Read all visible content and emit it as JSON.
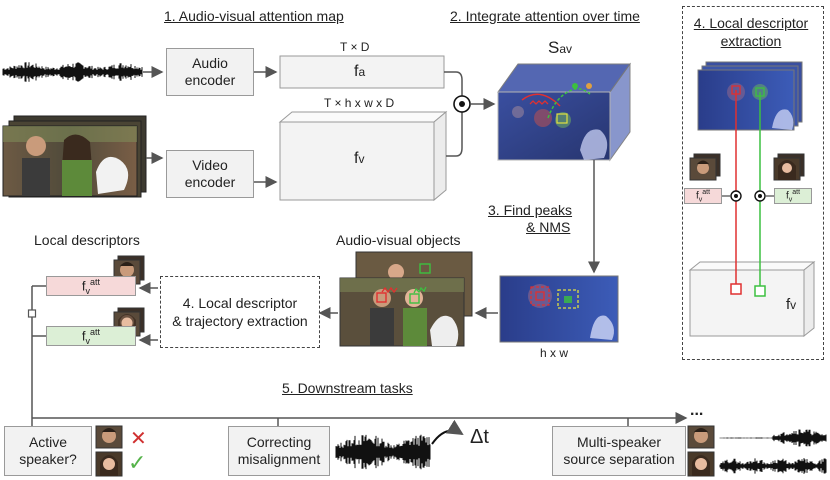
{
  "headings": {
    "step1": "1. Audio-visual attention map",
    "step2": "2. Integrate attention over time",
    "step3_line1": "3. Find peaks",
    "step3_line2": "& NMS",
    "step4_right_line1": "4. Local descriptor",
    "step4_right_line2": "extraction",
    "step5": "5. Downstream tasks"
  },
  "encoders": {
    "audio_line1": "Audio",
    "audio_line2": "encoder",
    "video_line1": "Video",
    "video_line2": "encoder"
  },
  "features": {
    "fa_dims": "T × D",
    "fa_label": "f",
    "fa_sub": "a",
    "fv_dims": "T × h x w x D",
    "fv_label": "f",
    "fv_sub": "v"
  },
  "attention": {
    "sav_label": "S",
    "sav_sub": "av",
    "hw_label": "h x w"
  },
  "objects": {
    "av_objects": "Audio-visual objects",
    "local_descriptors": "Local descriptors",
    "extract_line1": "4. Local descriptor",
    "extract_line2": "& trajectory extraction",
    "desc_label": "f",
    "desc_sub": "v",
    "desc_sup": "att",
    "desc_small_sup": "att"
  },
  "tasks": {
    "active_line1": "Active",
    "active_line2": "speaker?",
    "misalign_line1": "Correcting",
    "misalign_line2": "misalignment",
    "delta_t": "Δt",
    "separation_line1": "Multi-speaker",
    "separation_line2": "source separation",
    "ellipsis": "...",
    "cross_glyph": "✕",
    "check_glyph": "✓"
  },
  "colors": {
    "red_track": "#e03030",
    "green_track": "#3cc040",
    "pink_descriptor": "#f6d9d9",
    "green_descriptor": "#dcefd6"
  }
}
